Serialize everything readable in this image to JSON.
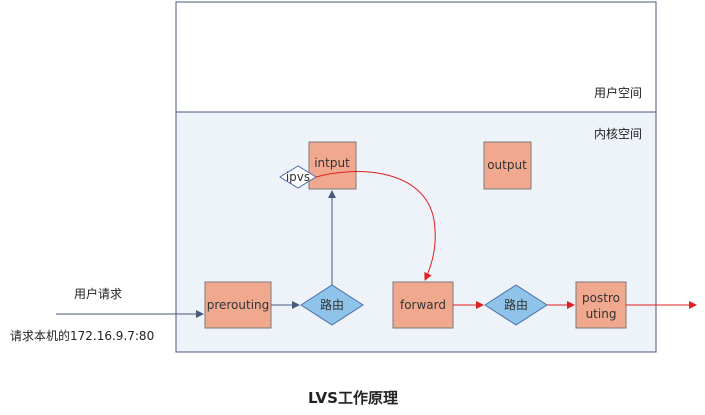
{
  "zones": {
    "user_space": "用户空间",
    "kernel_space": "内核空间"
  },
  "nodes": {
    "prerouting": "prerouting",
    "routing_1": "路由",
    "input": "intput",
    "ipvs": "ipvs",
    "output": "output",
    "forward": "forward",
    "routing_2": "路由",
    "postrouting_line1": "postro",
    "postrouting_line2": "uting"
  },
  "request": {
    "label": "用户请求",
    "target": "请求本机的172.16.9.7:80"
  },
  "caption": "LVS工作原理",
  "colors": {
    "box_fill": "#f0a98f",
    "box_stroke": "#7a7a7a",
    "diamond_fill": "#8fc3ea",
    "diamond_stroke": "#4a6fa5",
    "kernel_fill": "#eef2f9",
    "zone_stroke": "#4a5a7a",
    "arrow_blue": "#4a5a7a",
    "arrow_red": "#e02020"
  }
}
